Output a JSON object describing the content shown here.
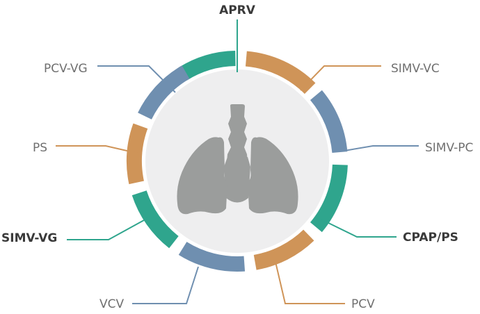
{
  "colors": {
    "teal": "#2fa58d",
    "orange": "#cf9458",
    "blue": "#6f8fb0",
    "disc": "#eeeeef",
    "lungs": "#9b9d9c"
  },
  "center_icon": "lungs-icon",
  "modes": [
    {
      "id": "aprv",
      "label": "APRV",
      "color": "teal",
      "bold": true
    },
    {
      "id": "simv-vc",
      "label": "SIMV-VC",
      "color": "orange",
      "bold": false
    },
    {
      "id": "simv-pc",
      "label": "SIMV-PC",
      "color": "blue",
      "bold": false
    },
    {
      "id": "cpap-ps",
      "label": "CPAP/PS",
      "color": "teal",
      "bold": true
    },
    {
      "id": "pcv",
      "label": "PCV",
      "color": "orange",
      "bold": false
    },
    {
      "id": "vcv",
      "label": "VCV",
      "color": "blue",
      "bold": false
    },
    {
      "id": "simv-vg",
      "label": "SIMV-VG",
      "color": "teal",
      "bold": true
    },
    {
      "id": "ps",
      "label": "PS",
      "color": "orange",
      "bold": false
    },
    {
      "id": "pcv-vg",
      "label": "PCV-VG",
      "color": "blue",
      "bold": false
    }
  ]
}
